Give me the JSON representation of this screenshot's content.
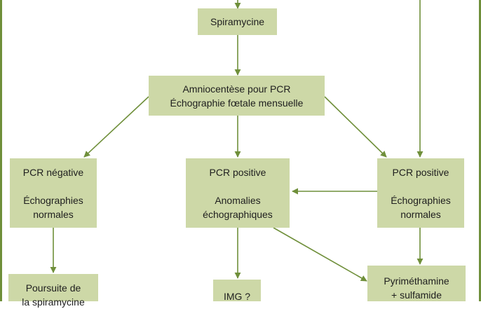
{
  "nodes": {
    "spiramycine": {
      "lines": [
        "Spiramycine"
      ]
    },
    "amniocentese": {
      "lines": [
        "Amniocentèse pour PCR",
        "Échographie fœtale mensuelle"
      ]
    },
    "pcr_negative": {
      "title": "PCR négative",
      "detail": [
        "Échographies",
        "normales"
      ]
    },
    "pcr_positive_anomalies": {
      "title": "PCR positive",
      "detail": [
        "Anomalies",
        "échographiques"
      ]
    },
    "pcr_positive_normales": {
      "title": "PCR positive",
      "detail": [
        "Échographies",
        "normales"
      ]
    },
    "poursuite": {
      "lines": [
        "Poursuite de",
        "la spiramycine"
      ]
    },
    "img": {
      "lines": [
        "IMG ?"
      ]
    },
    "pyrimethamine": {
      "lines": [
        "Pyriméthamine",
        "+ sulfamide"
      ]
    }
  },
  "colors": {
    "box_fill": "#cdd8a7",
    "arrow": "#6f8f3a",
    "frame": "#6f8f3a"
  }
}
